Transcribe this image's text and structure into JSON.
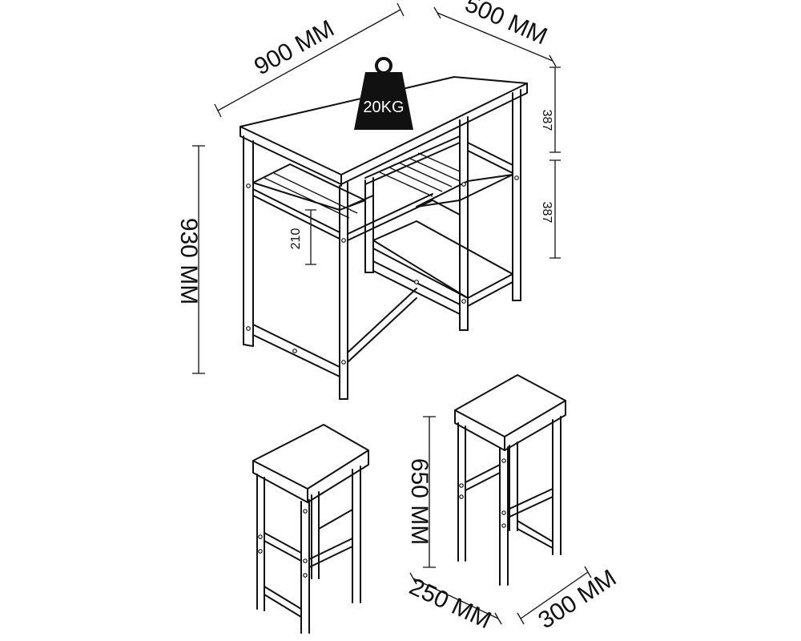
{
  "dimensions": {
    "table_width": "900 MM",
    "table_depth": "500 MM",
    "table_height": "930 MM",
    "shelf_gap_top": "387",
    "shelf_gap_bottom": "387",
    "rack_height": "210",
    "stool_height": "650 MM",
    "stool_depth": "250 MM",
    "stool_width": "300 MM"
  },
  "load": {
    "weight_label": "20KG"
  }
}
